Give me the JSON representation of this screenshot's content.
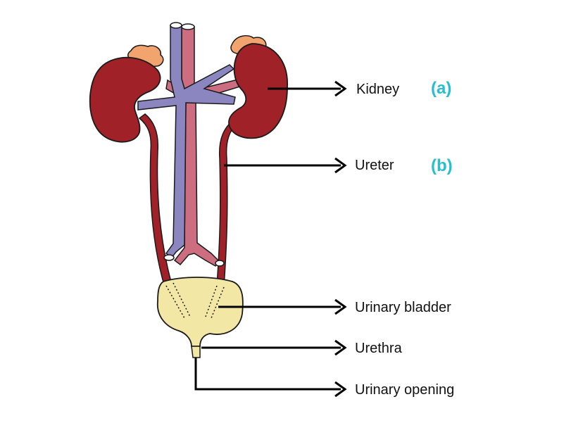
{
  "labels": {
    "kidney": "Kidney",
    "ureter": "Ureter",
    "bladder": "Urinary bladder",
    "urethra": "Urethra",
    "opening": "Urinary opening"
  },
  "tags": {
    "a": "(a)",
    "b": "(b)"
  },
  "colors": {
    "kidney": "#a02127",
    "vein": "#8b86c0",
    "artery": "#cc6e80",
    "bladder": "#f2e7a4",
    "adrenal": "#f2a46e",
    "tag": "#27bfcf",
    "outline": "#1a1a1a"
  }
}
